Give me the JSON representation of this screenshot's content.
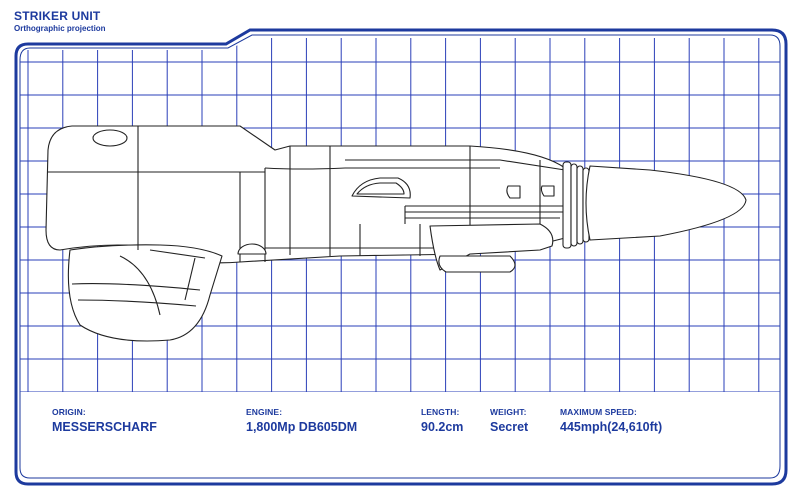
{
  "header": {
    "title": "STRIKER UNIT",
    "subtitle": "Orthographic projection"
  },
  "specs": [
    {
      "label": "ORIGIN:",
      "value": "MESSERSCHARF"
    },
    {
      "label": "ENGINE:",
      "value": "1,800Mp DB605DM"
    },
    {
      "label": "LENGTH:",
      "value": "90.2cm"
    },
    {
      "label": "WEIGHT:",
      "value": "Secret"
    },
    {
      "label": "MAXIMUM SPEED:",
      "value": "445mph(24,610ft)"
    }
  ],
  "colors": {
    "frame": "#1d3a9e",
    "grid": "#2a3fb8",
    "line": "#222222",
    "fill": "#ffffff"
  }
}
